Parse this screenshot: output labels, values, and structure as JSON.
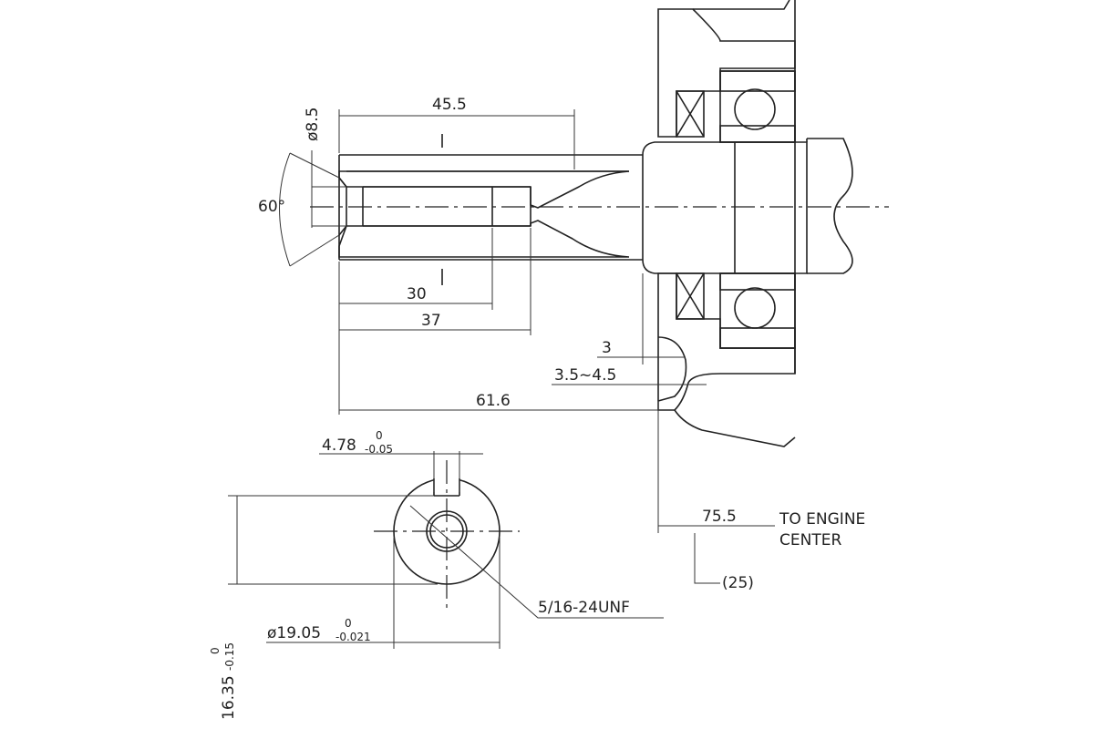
{
  "dimensions": {
    "dia_bore": "ø8.5",
    "thread_depth_45": "45.5",
    "angle": "60°",
    "bore_30": "30",
    "bore_37": "37",
    "dim_3": "3",
    "gap": "3.5~4.5",
    "length_616": "61.6",
    "key_width": "4.78",
    "key_tol_upper": "0",
    "key_tol_lower": "-0.05",
    "thread": "5/16-24UNF",
    "shaft_dia": "ø19.05",
    "shaft_tol_upper": "0",
    "shaft_tol_lower": "-0.021",
    "key_height": "16.35",
    "height_tol_upper": "0",
    "height_tol_lower": "-0.15",
    "engine_dist": "75.5",
    "engine_label_1": "TO ENGINE",
    "engine_label_2": "CENTER",
    "ref_25": "(25)"
  },
  "colors": {
    "ink": "#222222",
    "paper": "#ffffff"
  }
}
